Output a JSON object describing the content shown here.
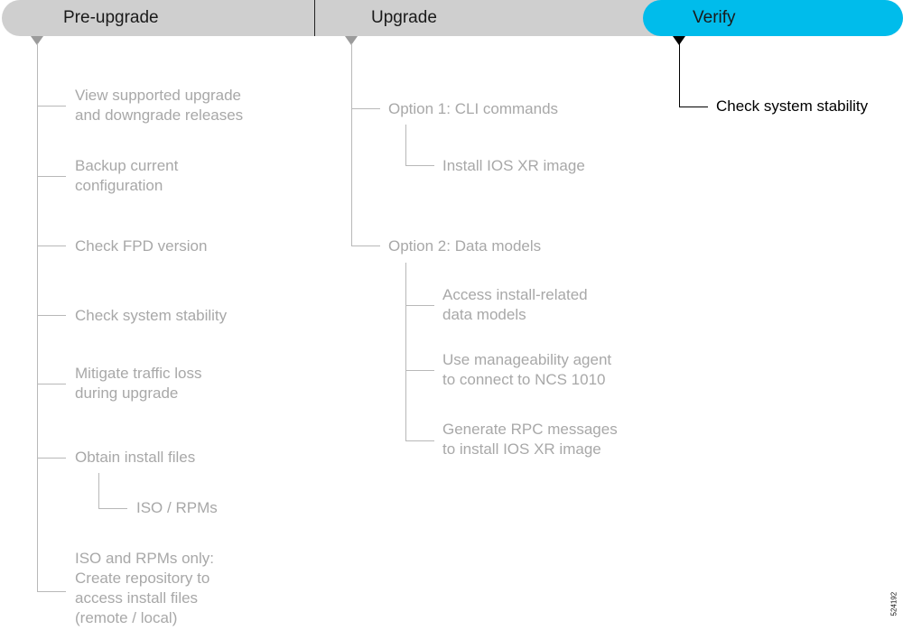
{
  "phases": [
    {
      "label": "Pre-upgrade"
    },
    {
      "label": "Upgrade"
    },
    {
      "label": "Verify"
    }
  ],
  "pre_upgrade": {
    "steps": [
      "View supported upgrade\nand downgrade releases",
      "Backup current\nconfiguration",
      "Check FPD version",
      "Check system stability",
      "Mitigate traffic loss\nduring upgrade",
      "Obtain install files",
      "ISO and RPMs only:\nCreate repository to\naccess install files\n(remote / local)"
    ],
    "substeps": [
      "ISO / RPMs"
    ]
  },
  "upgrade": {
    "option1": {
      "label": "Option 1: CLI commands",
      "substeps": [
        "Install IOS XR image"
      ]
    },
    "option2": {
      "label": "Option 2: Data models",
      "substeps": [
        "Access install-related\ndata models",
        "Use manageability agent\nto connect to NCS 1010",
        "Generate RPC messages\nto install IOS XR image"
      ]
    }
  },
  "verify": {
    "steps": [
      "Check system stability"
    ]
  },
  "figure_id": "524192",
  "colors": {
    "active": "#00bceb",
    "inactive_bar": "#cfcfcf",
    "inactive_text": "#a8a8a8",
    "active_text": "#000000"
  }
}
